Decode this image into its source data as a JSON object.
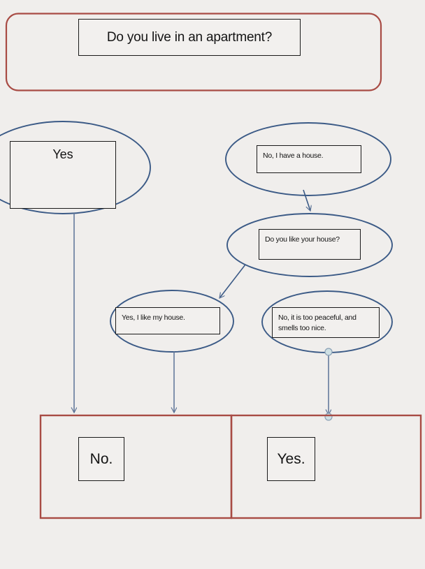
{
  "diagram": {
    "title_node": {
      "text": "Do you live in an apartment?",
      "shape": "rectangle",
      "border_color": "#1a1a1a"
    },
    "top_container": {
      "name": "question-frame",
      "shape": "rounded-rectangle",
      "border_color": "#a84b44"
    },
    "nodes": [
      {
        "id": "yes-apartment",
        "text": "Yes",
        "shape": "ellipse"
      },
      {
        "id": "no-have-house",
        "text": "No, I have a house.",
        "shape": "ellipse"
      },
      {
        "id": "like-house-q",
        "text": "Do you like your house?",
        "shape": "ellipse"
      },
      {
        "id": "yes-like-house",
        "text": "Yes, I like my house.",
        "shape": "ellipse"
      },
      {
        "id": "no-like-house",
        "text": "No, it is too peaceful, and smells too nice.",
        "shape": "ellipse"
      }
    ],
    "results": {
      "left": {
        "text": "No.",
        "shape": "rectangle"
      },
      "right": {
        "text": "Yes.",
        "shape": "rectangle"
      }
    },
    "result_container": {
      "name": "answer-frame",
      "border_color": "#a84b44"
    },
    "colors": {
      "ellipse_stroke": "#3b5a86",
      "connector": "#5a7296",
      "frame_red": "#a84b44",
      "box_border": "#1a1a1a",
      "background": "#f0eeec",
      "node_circle_fill": "#cfe0e4"
    }
  }
}
